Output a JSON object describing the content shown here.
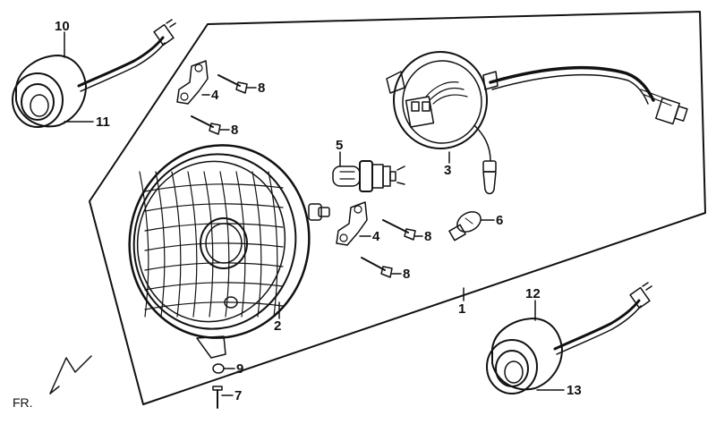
{
  "diagram": {
    "direction_label": "FR.",
    "callouts": {
      "c1": "1",
      "c2": "2",
      "c3": "3",
      "c4a": "4",
      "c4b": "4",
      "c5": "5",
      "c6": "6",
      "c7": "7",
      "c8a": "8",
      "c8b": "8",
      "c8c": "8",
      "c8d": "8",
      "c9": "9",
      "c10": "10",
      "c11": "11",
      "c12": "12",
      "c13": "13"
    }
  }
}
